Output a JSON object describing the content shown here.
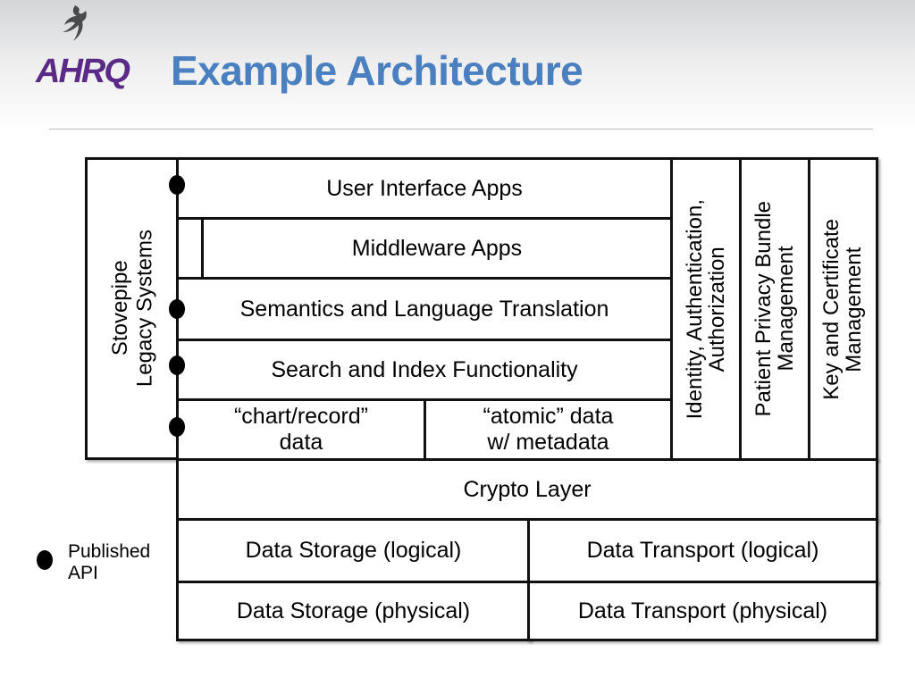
{
  "logo": {
    "text": "AHRQ"
  },
  "title": "Example Architecture",
  "diagram": {
    "stovepipe": {
      "line1": "Stovepipe",
      "line2": "Legacy Systems"
    },
    "ui_apps": "User Interface Apps",
    "middleware": "Middleware Apps",
    "semantics": "Semantics and Language Translation",
    "search": "Search and Index Functionality",
    "chart_record": {
      "line1": "“chart/record”",
      "line2": "data"
    },
    "atomic": {
      "line1": "“atomic” data",
      "line2": "w/ metadata"
    },
    "identity": {
      "line1": "Identity, Authentication,",
      "line2": "Authorization"
    },
    "privacy": {
      "line1": "Patient Privacy Bundle",
      "line2": "Management"
    },
    "keycert": {
      "line1": "Key and Certificate",
      "line2": "Management"
    },
    "crypto": "Crypto Layer",
    "storage_logical": "Data Storage (logical)",
    "storage_physical": "Data Storage (physical)",
    "transport_logical": "Data Transport (logical)",
    "transport_physical": "Data Transport (physical)"
  },
  "legend": {
    "line1": "Published",
    "line2": "API"
  }
}
